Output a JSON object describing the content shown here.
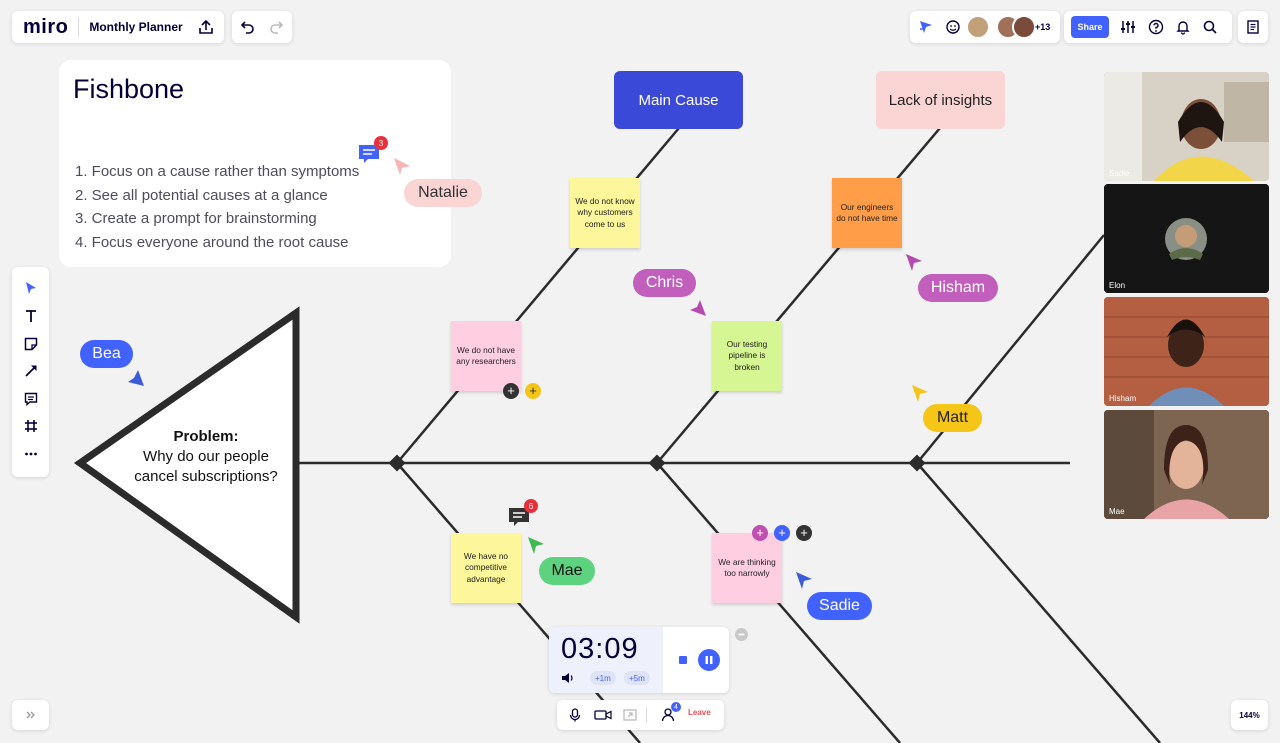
{
  "app": {
    "logo": "miro",
    "board_title": "Monthly Planner"
  },
  "collaborators": {
    "more_count": "+13"
  },
  "toolbar": {
    "share_label": "Share"
  },
  "zoom": {
    "level": "144%"
  },
  "card": {
    "title": "Fishbone",
    "items": [
      "1. Focus on a cause rather than symptoms",
      "2. See all potential causes at a glance",
      "3. Create a prompt for brainstorming",
      "4. Focus everyone around the root cause"
    ]
  },
  "diagram": {
    "problem_title": "Problem:",
    "problem_text_1": "Why do our people",
    "problem_text_2": "cancel subscriptions?",
    "main_cause": "Main Cause",
    "lack_of_insights": "Lack of insights"
  },
  "stickies": [
    {
      "text": "We do not know why customers come to us",
      "color": "#fef69a"
    },
    {
      "text": "Our engineers do not have time",
      "color": "#ff9d48"
    },
    {
      "text": "We do not have any researchers",
      "color": "#ffcee0"
    },
    {
      "text": "Our testing pipeline is broken",
      "color": "#d5f692"
    },
    {
      "text": "We have no competitive advantage",
      "color": "#fef69a"
    },
    {
      "text": "We are thinking too narrowly",
      "color": "#ffcee0"
    }
  ],
  "comments": {
    "natalie_count": "3",
    "mae_count": "6"
  },
  "cursors": {
    "natalie": "Natalie",
    "chris": "Chris",
    "hisham": "Hisham",
    "bea": "Bea",
    "matt": "Matt",
    "mae": "Mae",
    "sadie": "Sadie"
  },
  "video": {
    "participants": [
      "Sadie",
      "Elon",
      "Hisham",
      "Mae"
    ]
  },
  "timer": {
    "time": "03:09",
    "add_1": "+1m",
    "add_5": "+5m"
  },
  "call": {
    "participant_count": "4",
    "leave_label": "Leave"
  },
  "colors": {
    "accent": "#4262ff",
    "main_cause_bg": "#3b49d8",
    "insights_bg": "#fbd4d4"
  }
}
